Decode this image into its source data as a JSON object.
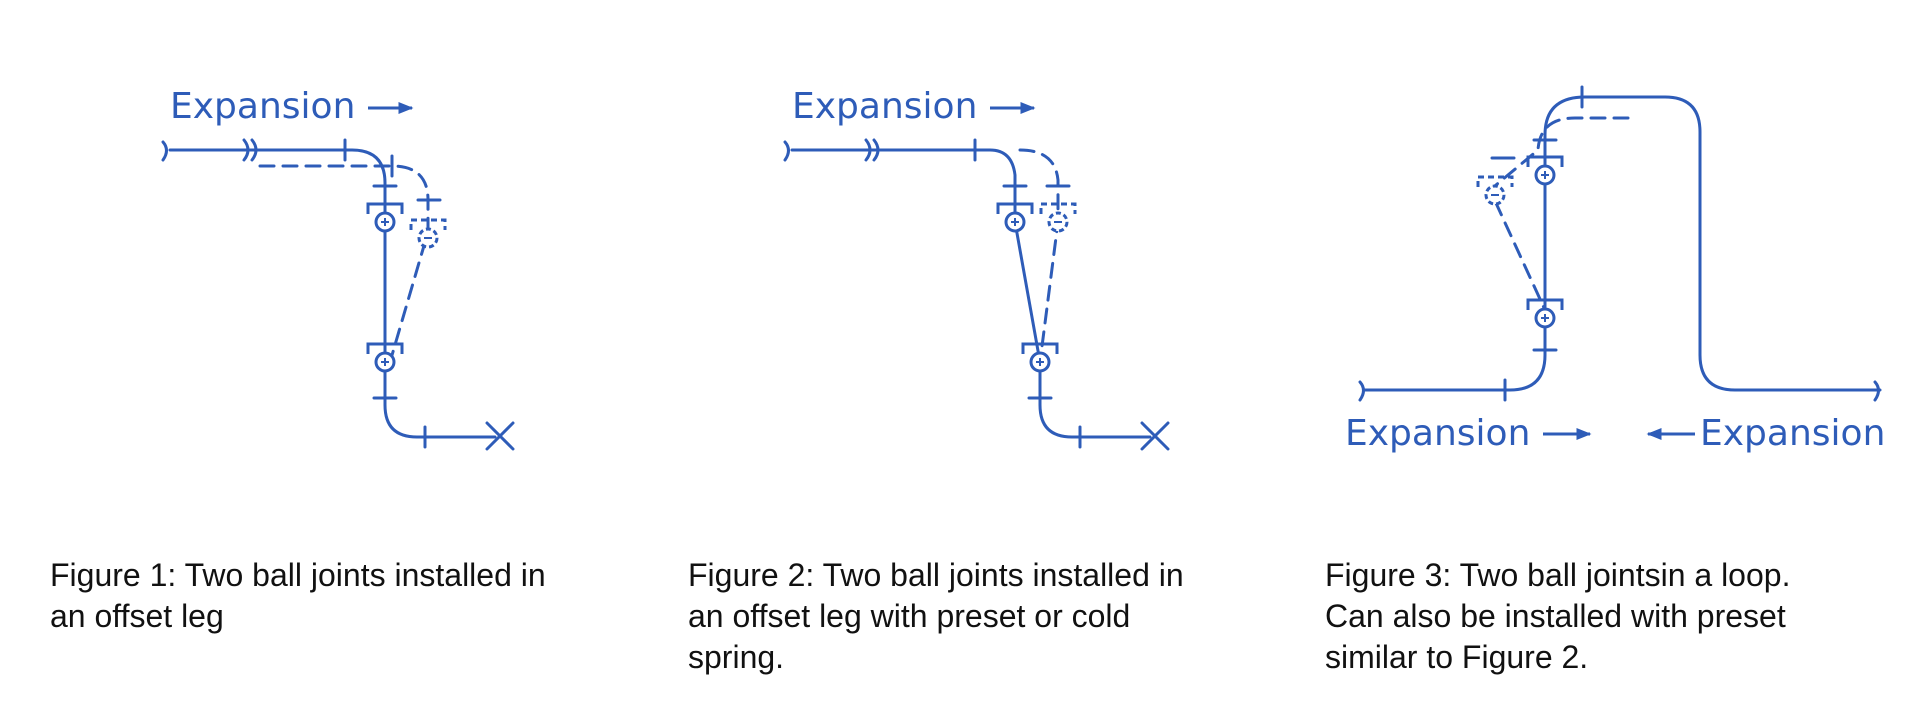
{
  "colors": {
    "line": "#2e5cb8",
    "caption_text": "#111111",
    "background": "#ffffff"
  },
  "figures": [
    {
      "labels": [
        "Expansion"
      ],
      "caption": [
        "Figure 1: Two ball joints installed in",
        "an offset leg"
      ]
    },
    {
      "labels": [
        "Expansion"
      ],
      "caption": [
        "Figure 2: Two ball joints installed in",
        "an offset leg with preset or cold",
        "spring."
      ]
    },
    {
      "labels": [
        "Expansion",
        "Expansion"
      ],
      "caption": [
        "Figure 3: Two ball jointsin a loop.",
        "Can also be installed with preset",
        "similar to Figure 2."
      ]
    }
  ]
}
